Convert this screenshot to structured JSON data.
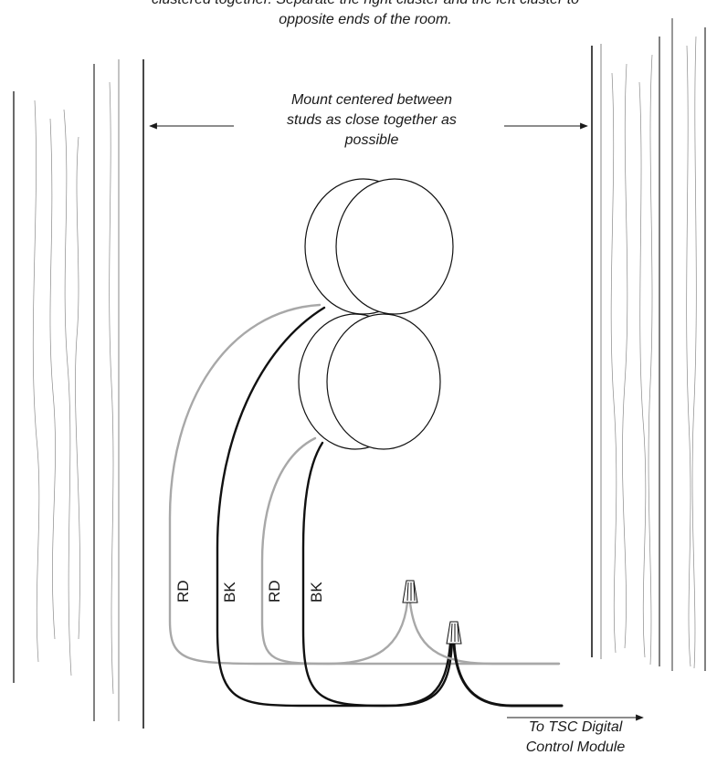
{
  "top_note": {
    "line1": "clustered together. Separate the right cluster and the left cluster to",
    "line2": "opposite ends of the room."
  },
  "mount_note": {
    "line1": "Mount centered between",
    "line2": "studs as close together as",
    "line3": "possible"
  },
  "wire_labels": [
    "RD",
    "BK",
    "RD",
    "BK"
  ],
  "destination": {
    "line1": "To TSC Digital",
    "line2": "Control Module"
  },
  "colors": {
    "red_wire": "#a8a8a8",
    "black_wire": "#111111",
    "lines": "#1a1a1a"
  }
}
